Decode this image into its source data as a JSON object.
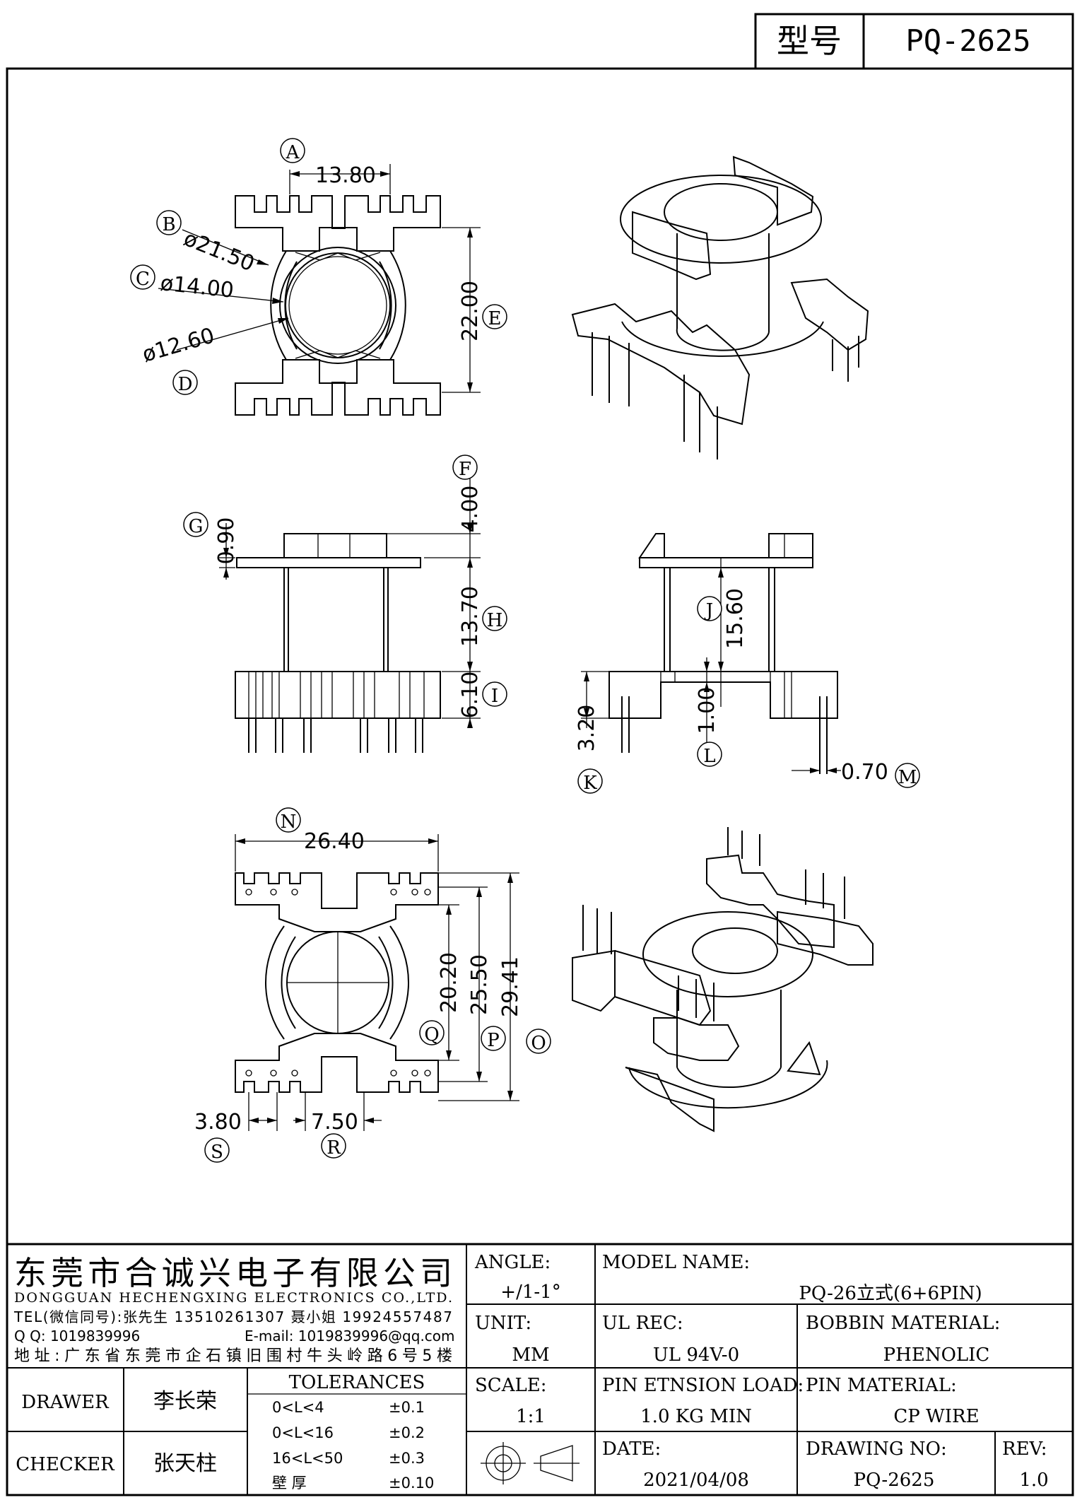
{
  "header": {
    "model_label": "型号",
    "model_value": "PQ-2625"
  },
  "views": {
    "top": {
      "dims": [
        "13.80",
        "ø21.50",
        "ø14.00",
        "ø12.60",
        "22.00"
      ],
      "markers": [
        "A",
        "B",
        "C",
        "D",
        "E"
      ]
    },
    "front": {
      "dims": [
        "0.90",
        "4.00",
        "13.70",
        "6.10"
      ],
      "markers": [
        "G",
        "F",
        "H",
        "I"
      ]
    },
    "side": {
      "dims": [
        "15.60",
        "3.20",
        "1.00",
        "0.70"
      ],
      "markers": [
        "J",
        "K",
        "L",
        "M"
      ]
    },
    "bottom": {
      "dims": [
        "26.40",
        "20.20",
        "25.50",
        "29.41",
        "3.80",
        "7.50"
      ],
      "markers": [
        "N",
        "Q",
        "P",
        "O",
        "S",
        "R"
      ]
    }
  },
  "company": {
    "name_cn": "东莞市合诚兴电子有限公司",
    "name_en": "DONGGUAN HECHENGXING ELECTRONICS CO.,LTD.",
    "tel": "TEL(微信同号):张先生 13510261307 聂小姐 19924557487",
    "qq": "Q Q: 1019839996",
    "email": "E-mail: 1019839996@qq.com",
    "address": "地址:广东省东莞市企石镇旧围村牛头岭路6号5楼"
  },
  "titleblock": {
    "angle_label": "ANGLE:",
    "angle_value": "+/1-1°",
    "model_name_label": "MODEL NAME:",
    "model_name_value": "PQ-26立式(6+6PIN)",
    "unit_label": "UNIT:",
    "unit_value": "MM",
    "ul_rec_label": "UL REC:",
    "ul_rec_value": "UL 94V-0",
    "bobbin_material_label": "BOBBIN MATERIAL:",
    "bobbin_material_value": "PHENOLIC",
    "scale_label": "SCALE:",
    "scale_value": "1:1",
    "pin_load_label": "PIN ETNSION LOAD:",
    "pin_load_value": "1.0 KG MIN",
    "pin_material_label": "PIN MATERIAL:",
    "pin_material_value": "CP WIRE",
    "date_label": "DATE:",
    "date_value": "2021/04/08",
    "drawing_no_label": "DRAWING NO:",
    "drawing_no_value": "PQ-2625",
    "rev_label": "REV:",
    "rev_value": "1.0",
    "drawer_label": "DRAWER",
    "drawer_value": "李长荣",
    "checker_label": "CHECKER",
    "checker_value": "张天柱",
    "tolerances_label": "TOLERANCES",
    "tolerances": [
      {
        "range": "0<L<4",
        "value": "±0.1"
      },
      {
        "range": "0<L<16",
        "value": "±0.2"
      },
      {
        "range": "16<L<50",
        "value": "±0.3"
      },
      {
        "range": "壁 厚",
        "value": "±0.10"
      }
    ]
  }
}
